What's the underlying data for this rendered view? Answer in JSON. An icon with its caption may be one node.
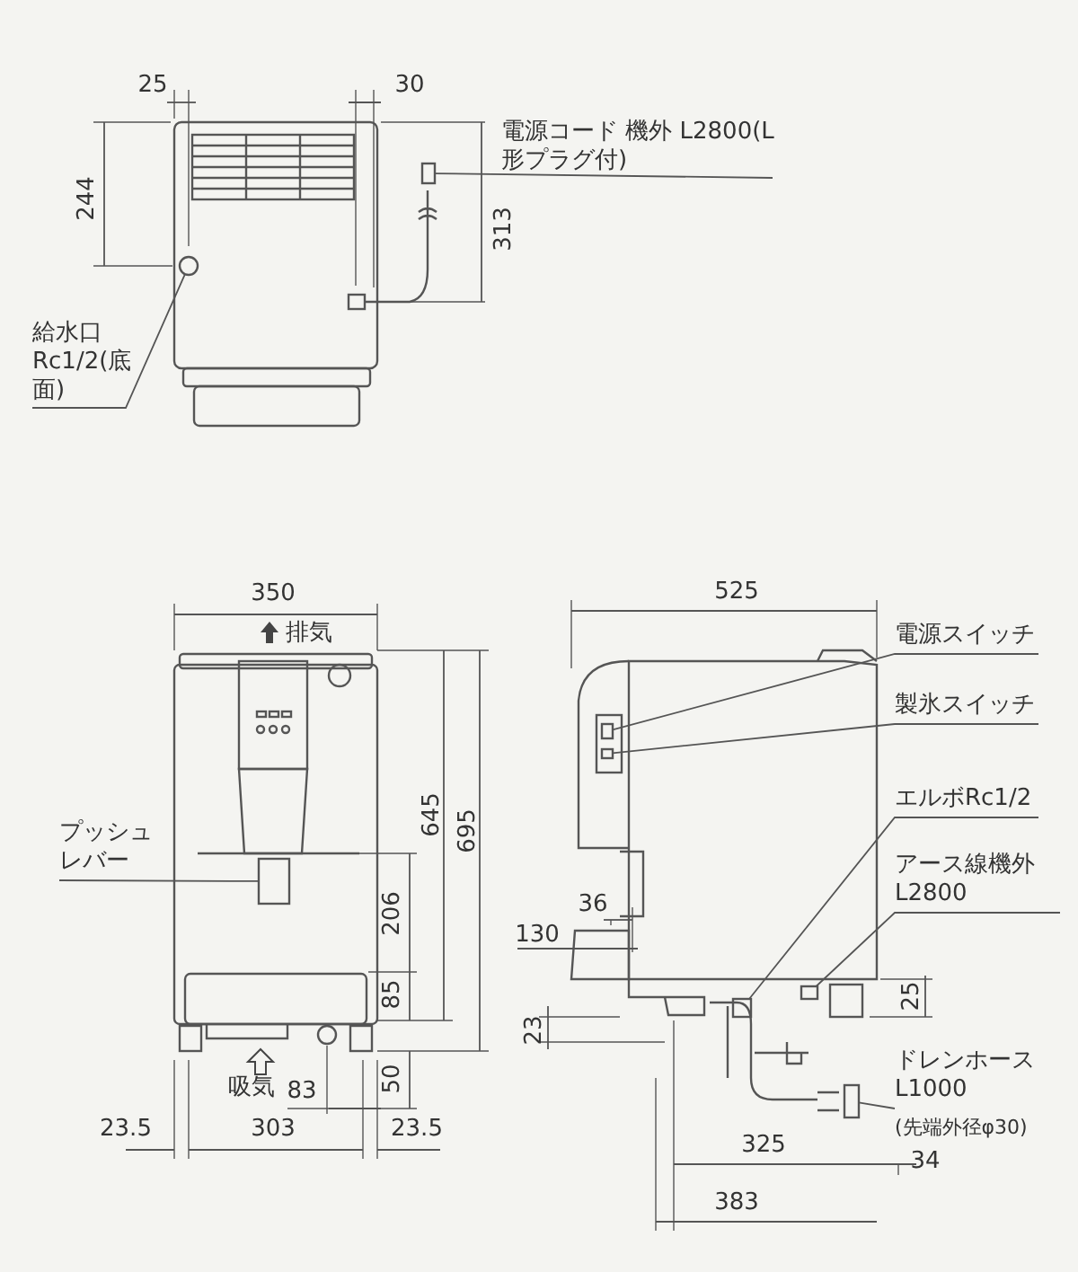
{
  "diagram": {
    "nodes": [
      {
        "text": [
          "電源コード 機外 L2800(L 形プラグ付)"
        ]
      },
      {
        "text": [
          "給水口Rc1/2(底面)"
        ]
      },
      {
        "text": [
          "プッシュレバー"
        ]
      },
      {
        "text": [
          "電源スイッチ"
        ]
      },
      {
        "text": [
          "製氷スイッチ"
        ]
      },
      {
        "text": [
          "エルボRc1/2"
        ]
      },
      {
        "text": [
          "アース線機外 L2800"
        ]
      },
      {
        "text": [
          "ドレンホースL1000",
          "(先端外径φ30)"
        ]
      },
      {
        "text": [],
        "shape": "box"
      },
      {
        "text": [],
        "shape": "circle"
      },
      {
        "text": [],
        "shape": "box"
      },
      {
        "text": [],
        "shape": "box"
      },
      {
        "text": [],
        "shape": "box"
      },
      {
        "text": [],
        "shape": "box"
      },
      {
        "text": [],
        "shape": "box"
      },
      {
        "text": [],
        "shape": "box"
      }
    ],
    "edges": [
      {
        "from": 0,
        "to": 8,
        "arrow": "none"
      },
      {
        "from": 1,
        "to": 9,
        "arrow": "none"
      },
      {
        "from": 2,
        "to": 10,
        "arrow": "none"
      },
      {
        "from": 3,
        "to": 11,
        "arrow": "none"
      },
      {
        "from": 4,
        "to": 12,
        "arrow": "none"
      },
      {
        "from": 5,
        "to": 13,
        "arrow": "none"
      },
      {
        "from": 6,
        "to": 14,
        "arrow": "none"
      },
      {
        "from": 7,
        "to": 15,
        "arrow": "none"
      }
    ],
    "labels": [
      "25",
      "30",
      "244",
      "313",
      "350",
      "525",
      "排気",
      "645",
      "695",
      "36",
      "130",
      "206",
      "85",
      "23",
      "25",
      "吸気",
      "83",
      "50",
      "23.5",
      "303",
      "23.5",
      "325",
      "34",
      "383"
    ]
  }
}
